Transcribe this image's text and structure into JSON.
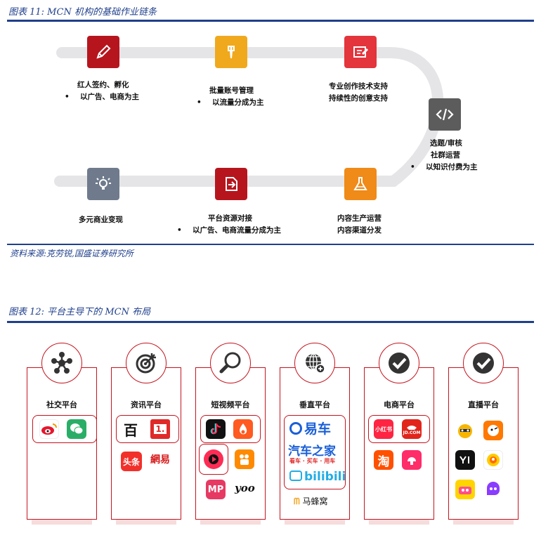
{
  "figure11": {
    "title": "图表 11:  MCN 机构的基础作业链条",
    "steps": [
      {
        "line1": "红人签约、孵化",
        "bullet": "以广告、电商为主",
        "icon": "pencil-icon",
        "color": "#b7151d"
      },
      {
        "line1": "批量账号管理",
        "bullet": "以流量分成为主",
        "icon": "brush-icon",
        "color": "#f0a91d"
      },
      {
        "line1": "专业创作技术支持",
        "line2": "持续性的创意支持",
        "icon": "edit-icon",
        "color": "#e4343c"
      },
      {
        "line1": "选题/审核",
        "line2": "社群运营",
        "bullet": "以知识付费为主",
        "icon": "code-icon",
        "color": "#5c5c5c"
      },
      {
        "line1": "内容生产运营",
        "line2": "内容渠道分发",
        "icon": "flask-icon",
        "color": "#f08a18"
      },
      {
        "line1": "平台资源对接",
        "bullet": "以广告、电商流量分成为主",
        "icon": "import-icon",
        "color": "#b7151d"
      },
      {
        "line1": "多元商业变现",
        "icon": "lightbulb-icon",
        "color": "#6f7b8c"
      }
    ],
    "source": "资料来源:克劳锐,国盛证券研究所"
  },
  "figure12": {
    "title": "图表 12:  平台主导下的 MCN 布局",
    "columns": [
      {
        "title": "社交平台",
        "icon": "network-icon"
      },
      {
        "title": "资讯平台",
        "icon": "target-icon"
      },
      {
        "title": "短视频平台",
        "icon": "magnifier-icon"
      },
      {
        "title": "垂直平台",
        "icon": "globe-icon"
      },
      {
        "title": "电商平台",
        "icon": "check-icon"
      },
      {
        "title": "直播平台",
        "icon": "check-icon"
      }
    ],
    "logos": {
      "toutiao": "头条",
      "netease": "網易",
      "mp": "MP",
      "yoo": "yoo",
      "yiche": "易车",
      "autohome": "汽车之家",
      "autohome_sub": "看车 · 买车 · 用车",
      "bilibili": "bilibili",
      "mafengwo": "马蜂窝",
      "xiaohongshu": "小红书",
      "jd": "JD.COM",
      "taobao": "淘",
      "yidian": "1."
    }
  },
  "colors": {
    "navy": "#1f3f8c",
    "red": "#c4141e"
  }
}
